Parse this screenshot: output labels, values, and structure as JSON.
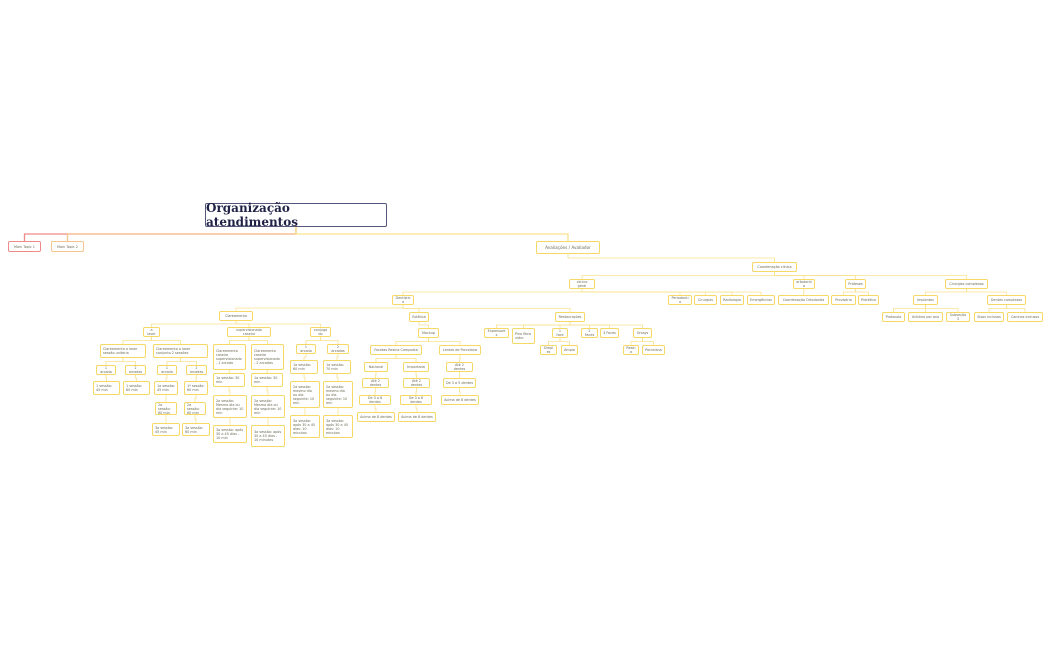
{
  "root": "Organização atendimentos",
  "colors": {
    "main_topic_1": "#f08a8a",
    "main_topic_2": "#f6c48e",
    "branch": "#f6d865",
    "root_border": "#55577a"
  },
  "nodes": {
    "mt1": "Main Topic 1",
    "mt2": "Main Topic 2",
    "aval": "Avaliações / Avaliador",
    "coord": "Coordenação clínica",
    "cg": "clínico geral",
    "orto": "ortodontia",
    "prot": "Próteses",
    "circ": "Cirurgias complexas",
    "perio": "Periodontia",
    "cir": "Cirurgias",
    "radio": "Radiologia",
    "emerg": "Emergências",
    "coordorto": "Coordenação Ortodontia",
    "provis": "Provisória",
    "protet": "Protético",
    "impl": "Implantes",
    "dentes": "Dentes complexos",
    "protoc": "Protocolo",
    "unit": "Unitário por ano",
    "subs": "Subseção 3",
    "sisos": "Sisos inclusos",
    "caninos": "Caninos inclusos",
    "dentistica": "Dentística",
    "clar": "Clareamento",
    "estet": "Estética",
    "resta": "Restaurações",
    "alaser": "a laser",
    "superv": "supervisionado caseiro",
    "conj": "conjugado",
    "cls1": "Clareamento a laser sessão unitária",
    "cls2": "Clareamento a laser conjunto 2 sessões",
    "ccs1": "Clareamento caseiro supervisionado - 1 arcada",
    "ccs2": "Clareamento caseiro supervisionado - 2 arcadas",
    "c1a": "1 arcada",
    "c2a": "2 arcadas",
    "l1a": "1 arcada",
    "l2a": "2 arcadas",
    "l3a": "1 arcada",
    "l4a": "2 arcadas",
    "s1": "1 sessão: 45 min",
    "s2": "1 sessão: 60 min",
    "s3": "1a sessão: 45 min",
    "s4": "1ª sessão: 60 min",
    "s5": "2a sessão: 60 min",
    "s6": "2a sessão: 60 min",
    "s7": "3a sessão: 45 min",
    "s8": "3a sessão: 60 min",
    "sv1": "1a sessão: 30 min",
    "sv2": "1a sessão: 30 min",
    "sv3": "2a sessão: Mesmo dia ou dia seguinte: 10 min",
    "sv4": "2a sessão: Mesmo dia ou dia seguinte: 10 min",
    "sv5": "3a sessão: após 30 a 45 dias - 10 min",
    "sv6": "3a sessão: após 30 a 45 dias - 10 minutos",
    "cj1": "1a sessão: 60 min",
    "cj2": "1a sessão: 70 min",
    "cj3": "2a sessão: mesmo dia ou dia seguinte: 10 min",
    "cj4": "2a sessão: mesmo dia ou dia seguinte: 10 min",
    "cj5": "3a sessão: após 30 a 45 dias: 10 minutos",
    "cj6": "3a sessão: após 30 a 45 dias: 10 minutos",
    "mock": "Mockup",
    "fac": "Facetas Resina Composta",
    "lent": "Lentes de Porcelana",
    "nac": "Nacional",
    "imp": "Importada",
    "a2n": "Até 2 dentes",
    "a2i": "Até 2 dentes",
    "a2l": "Até 2 dentes",
    "d38n": "De 3 a 8 dentes",
    "d38i": "De 3 a 8 dentes",
    "d35l": "De 3 a 5 dentes",
    "ac8n": "Acima de 8 dentes",
    "ac8i": "Acima de 8 dentes",
    "ac8l": "Acima de 8 dentes",
    "exp": "Expansores",
    "pino": "Pino fibra vidro",
    "f1": "1 face",
    "f2": "2 Faces",
    "f3": "3 Faces",
    "onl": "Onlays",
    "simp": "Simples",
    "ampl": "Ampla",
    "res": "Resina",
    "porc": "Porcelana"
  }
}
